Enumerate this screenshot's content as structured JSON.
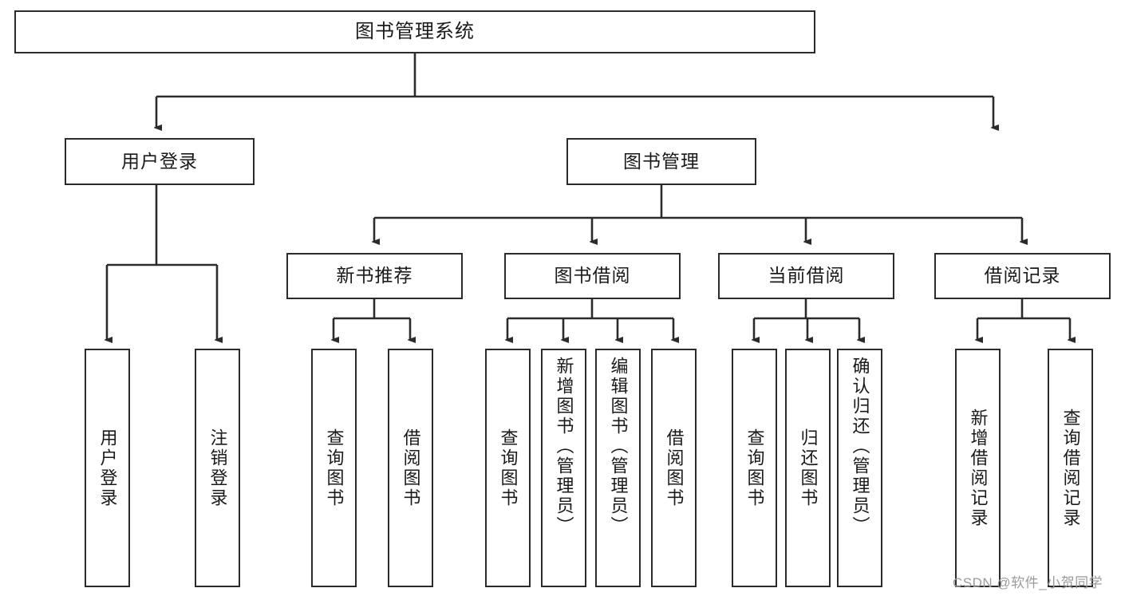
{
  "diagram": {
    "type": "tree-hierarchy-chart",
    "title": "图书管理系统",
    "line_color": "#2b2b2b",
    "box_fill": "#ffffff",
    "text_color": "#1a1a1a",
    "nodes": {
      "root": "图书管理系统",
      "level1": [
        "用户登录",
        "图书管理"
      ],
      "level2": [
        "新书推荐",
        "图书借阅",
        "当前借阅",
        "借阅记录"
      ],
      "leaves": {
        "user_login": [
          "用户登录",
          "注销登录"
        ],
        "new_book_recommend": [
          "查询图书",
          "借阅图书"
        ],
        "book_borrow": [
          "查询图书",
          "新增图书（管理员）",
          "编辑图书（管理员）",
          "借阅图书"
        ],
        "current_borrow": [
          "查询图书",
          "归还图书",
          "确认归还（管理员）"
        ],
        "borrow_record": [
          "新增借阅记录",
          "查询借阅记录"
        ]
      }
    }
  },
  "watermark": {
    "text": "CSDN @软件_小贺同学",
    "color": "#9b9b9b"
  }
}
